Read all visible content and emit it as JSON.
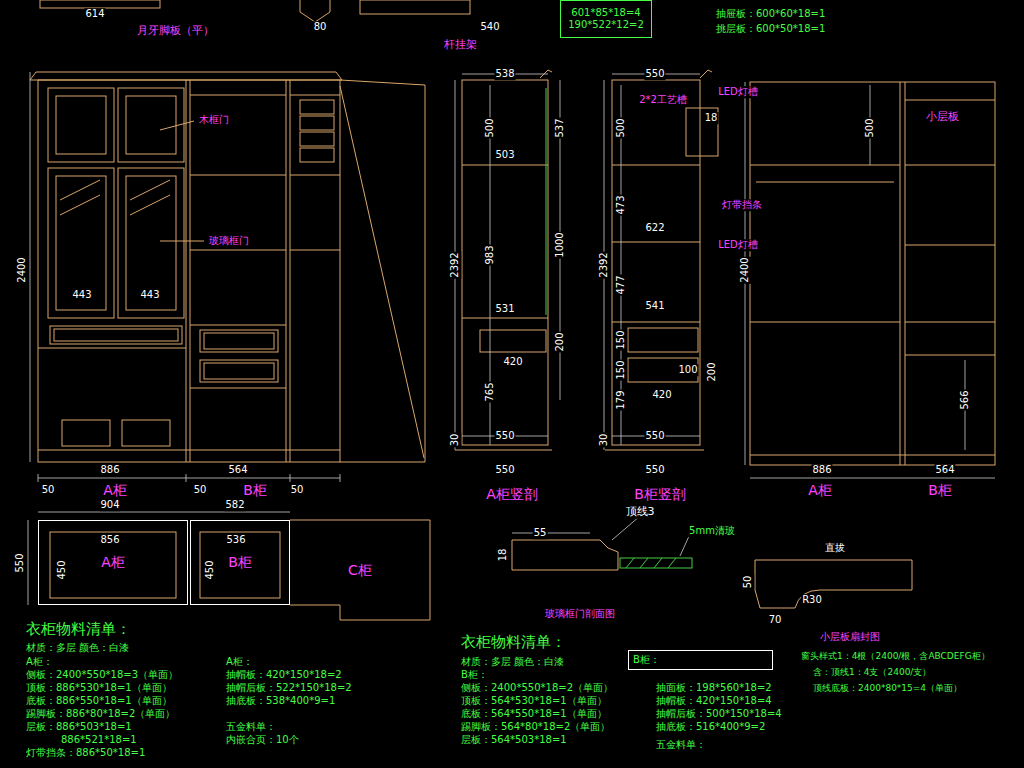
{
  "diagram": {
    "nodes": [
      {
        "text": [
          "601*85*18=4",
          "190*522*12=2"
        ]
      },
      {
        "text": [
          "A柜"
        ]
      },
      {
        "text": [
          "B柜"
        ]
      },
      {
        "text": [
          "C柜"
        ]
      },
      {
        "text": [
          "B柜："
        ]
      }
    ],
    "labels": [
      "614",
      "月牙脚板（平）",
      "80",
      "540",
      "杆挂架",
      "抽屉板：600*60*18=1",
      "挑层板：600*50*18=1",
      "2400",
      "木框门",
      "玻璃框门",
      "443",
      "443",
      "886",
      "564",
      "50",
      "A柜",
      "50",
      "B柜",
      "50",
      "538",
      "500",
      "503",
      "983",
      "537",
      "1000",
      "531",
      "200",
      "420",
      "765",
      "550",
      "2392",
      "30",
      "550",
      "A柜竖剖",
      "550",
      "2*2工艺槽",
      "LED灯槽",
      "500",
      "18",
      "473",
      "灯带挡条",
      "622",
      "LED灯槽",
      "477",
      "541",
      "2392",
      "150",
      "150",
      "179",
      "100",
      "200",
      "420",
      "550",
      "30",
      "550",
      "B柜竖剖",
      "500",
      "小层板",
      "2400",
      "566",
      "886",
      "564",
      "A柜",
      "B柜",
      "904",
      "582",
      "550",
      "856",
      "450",
      "536",
      "450",
      "顶线3",
      "5mm清玻",
      "55",
      "18",
      "玻璃框门剖面图",
      "直拔",
      "50",
      "70",
      "R30",
      "小层板扇封图",
      "衣柜物料清单：",
      "材质：多层 颜色：白漆",
      "A柜：",
      "侧板：2400*550*18=3（单面）",
      "顶板：886*530*18=1（单面）",
      "底板：886*550*18=1（单面）",
      "踢脚板：886*80*18=2（单面）",
      "层板：886*503*18=1",
      "886*521*18=1",
      "灯带挡条：886*50*18=1",
      "A柜：",
      "抽帽板：420*150*18=2",
      "抽帽后板：522*150*18=2",
      "抽底板：538*400*9=1",
      "五金料单：",
      "内嵌合页：10个",
      "衣柜物料清单：",
      "材质：多层 颜色：白漆",
      "B柜：",
      "侧板：2400*550*18=2（单面）",
      "顶板：564*530*18=1（单面）",
      "底板：564*550*18=1（单面）",
      "踢脚板：564*80*18=2（单面）",
      "层板：564*503*18=1",
      "抽面板：198*560*18=2",
      "抽帽板：420*150*18=4",
      "抽帽后板：500*150*18=4",
      "抽底板：516*400*9=2",
      "五金料单：",
      "窗头样式1：4根（2400/根，含ABCDEFG柜）",
      "含：顶线1：4支（2400/支）",
      "顶线底板：2400*80*15=4（单面）"
    ]
  }
}
